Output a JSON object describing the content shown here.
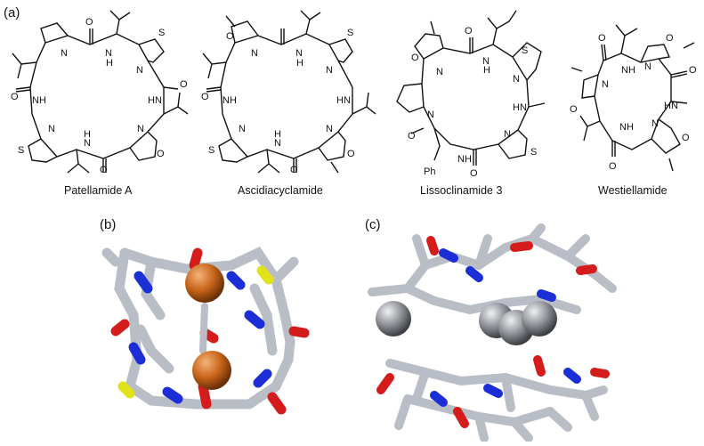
{
  "figure": {
    "panel_labels": {
      "a": "(a)",
      "b": "(b)",
      "c": "(c)"
    },
    "compounds": [
      {
        "name": "Patellamide A"
      },
      {
        "name": "Ascidiacyclamide"
      },
      {
        "name": "Lissoclinamide 3"
      },
      {
        "name": "Westiellamide"
      }
    ],
    "atom_labels": {
      "N": "N",
      "H": "H",
      "O": "O",
      "S": "S",
      "NH": "NH",
      "HN": "HN",
      "Ph": "Ph"
    },
    "render_colors": {
      "carbon": "#b9bdc6",
      "nitrogen": "#1c2fd6",
      "oxygen": "#d41c1c",
      "sulfur": "#e2e21a",
      "copper": "#c8651a",
      "silver": "#8d9096"
    }
  }
}
